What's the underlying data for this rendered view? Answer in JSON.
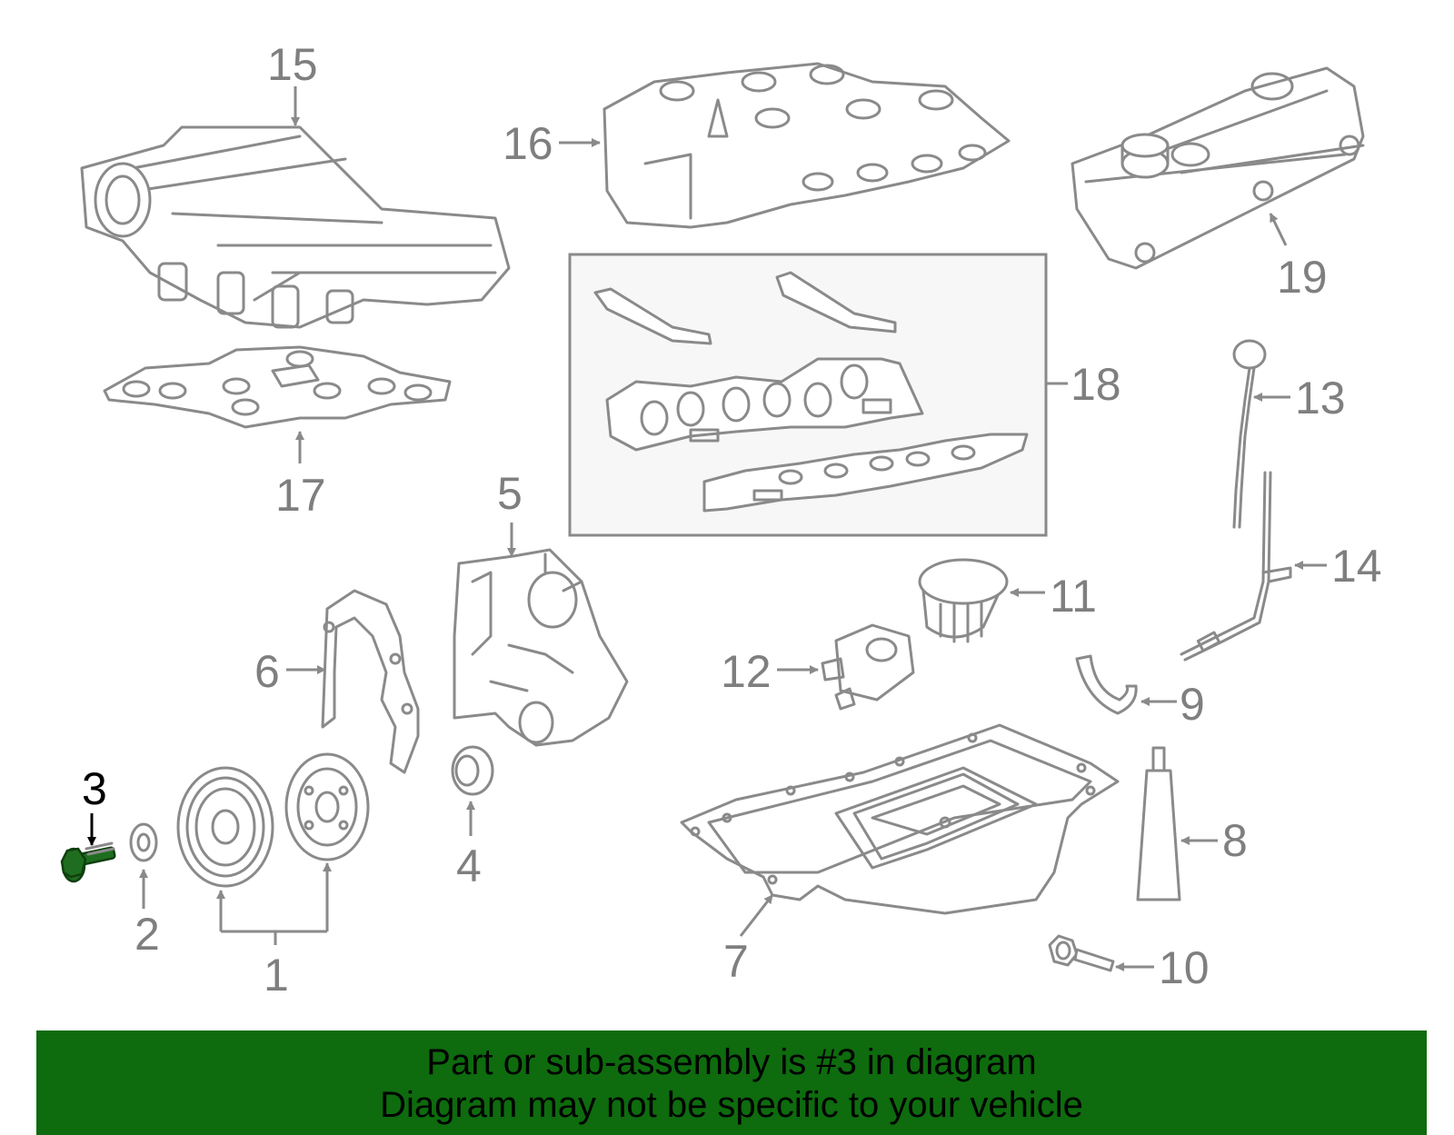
{
  "colors": {
    "footer_background": "#0e6b0e",
    "highlight_part": "#1f6e1f",
    "outline": "#8a8a8a",
    "label_text": "#7f7f7f",
    "highlight_label": "#000000"
  },
  "highlighted_part": "3",
  "labels": {
    "p1": "1",
    "p2": "2",
    "p3": "3",
    "p4": "4",
    "p5": "5",
    "p6": "6",
    "p7": "7",
    "p8": "8",
    "p9": "9",
    "p10": "10",
    "p11": "11",
    "p12": "12",
    "p13": "13",
    "p14": "14",
    "p15": "15",
    "p16": "16",
    "p17": "17",
    "p18": "18",
    "p19": "19"
  },
  "footer": {
    "line1": "Part or sub-assembly is #3 in diagram",
    "line2": "Diagram may not be specific to your vehicle"
  }
}
